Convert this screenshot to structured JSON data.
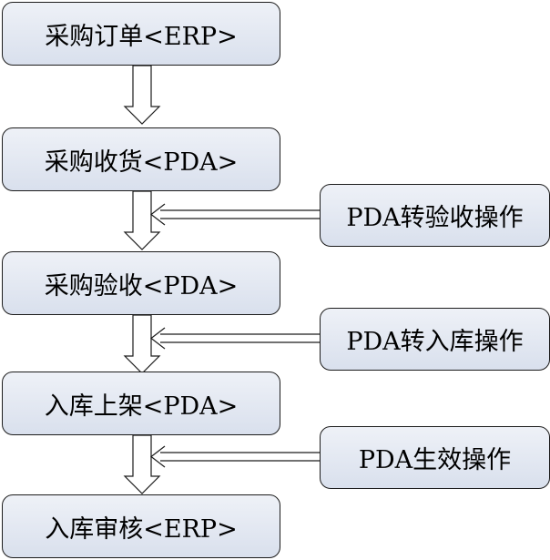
{
  "main_steps": [
    {
      "label": "采购订单<ERP>"
    },
    {
      "label": "采购收货<PDA>"
    },
    {
      "label": "采购验收<PDA>"
    },
    {
      "label": "入库上架<PDA>"
    },
    {
      "label": "入库审核<ERP>"
    }
  ],
  "side_operations": [
    {
      "label": "PDA转验收操作"
    },
    {
      "label": "PDA转入库操作"
    },
    {
      "label": "PDA生效操作"
    }
  ],
  "colors": {
    "box_fill_top": "#eef1f7",
    "box_fill_bottom": "#d9e0ed",
    "border": "#1c1c1c",
    "arrow_fill": "#ffffff",
    "arrow_stroke": "#1c1c1c"
  }
}
